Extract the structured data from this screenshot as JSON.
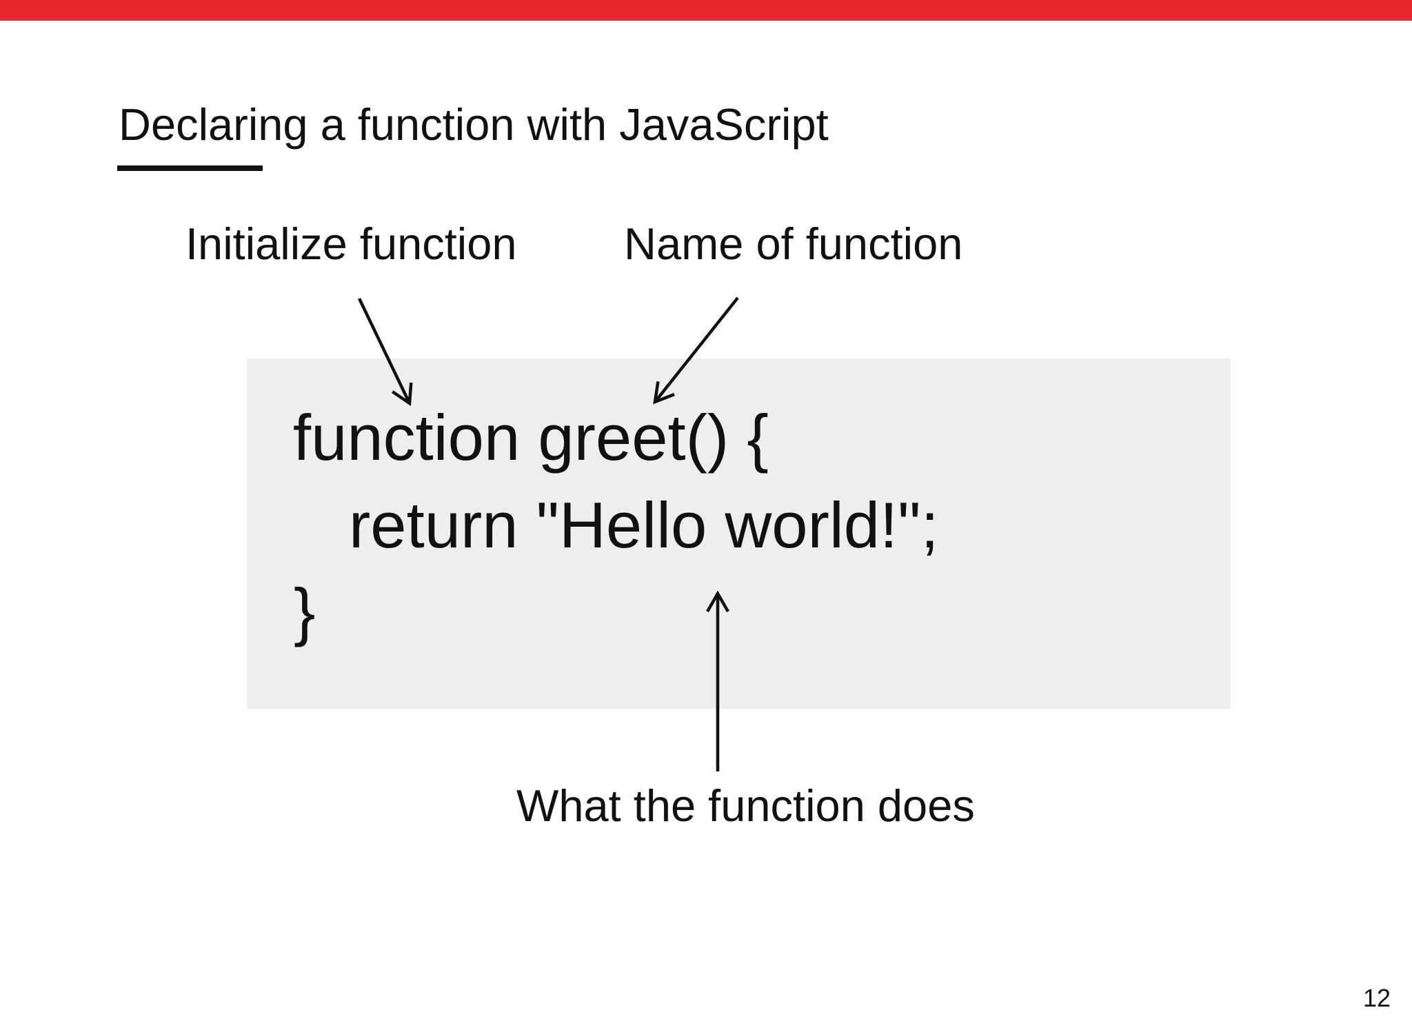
{
  "slide": {
    "title": "Declaring a function with JavaScript",
    "page_number": "12"
  },
  "annotations": {
    "initialize": {
      "label": "Initialize function"
    },
    "name": {
      "label": "Name of function"
    },
    "what": {
      "label": "What the function does"
    }
  },
  "code": {
    "lines": [
      "function greet() {",
      "return \"Hello world!\";",
      "}"
    ]
  },
  "colors": {
    "top_bar": "#e8262d",
    "code_box_bg": "#eeeeee",
    "text": "#111111",
    "arrow": "#111111",
    "background": "#ffffff"
  }
}
